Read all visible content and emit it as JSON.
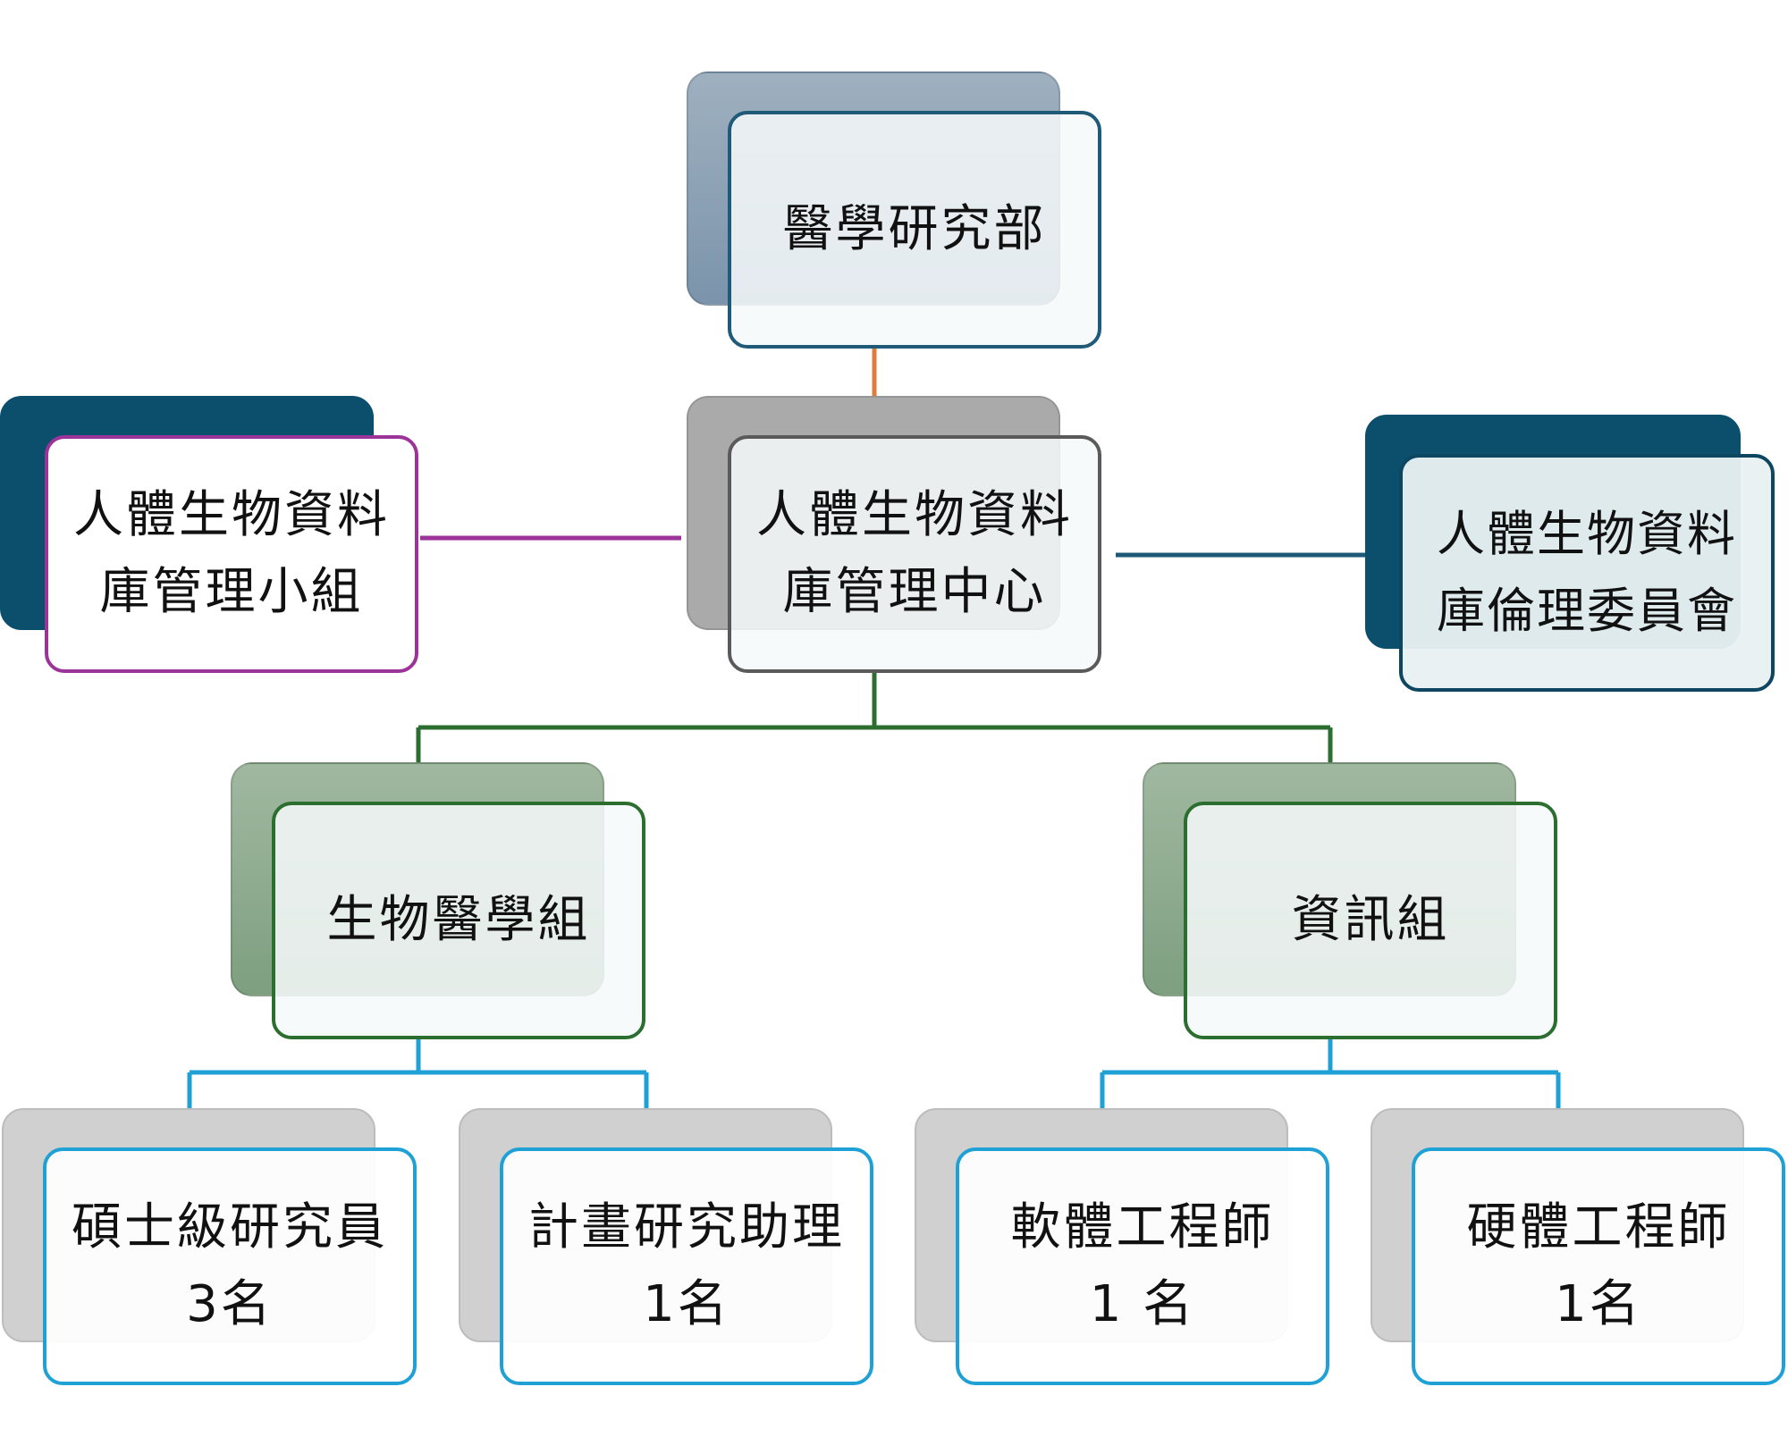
{
  "diagram": {
    "root": {
      "lines": [
        "醫學研究部"
      ]
    },
    "center": {
      "lines": [
        "人體生物資料",
        "庫管理中心"
      ]
    },
    "left": {
      "lines": [
        "人體生物資料",
        "庫管理小組"
      ]
    },
    "right": {
      "lines": [
        "人體生物資料",
        "庫倫理委員會"
      ]
    },
    "group_bio": {
      "lines": [
        "生物醫學組"
      ]
    },
    "group_it": {
      "lines": [
        "資訊組"
      ]
    },
    "staff_master": {
      "lines": [
        "碩士級研究員",
        "3名"
      ]
    },
    "staff_assistant": {
      "lines": [
        "計畫研究助理",
        "1名"
      ]
    },
    "staff_software": {
      "lines": [
        "軟體工程師",
        "1 名"
      ]
    },
    "staff_hardware": {
      "lines": [
        "硬體工程師",
        "1名"
      ]
    },
    "colors": {
      "root_connector": "#e07b3a",
      "left_connector": "#9b3399",
      "right_connector": "#1e5a78",
      "group_connector": "#2c6e2f",
      "staff_connector": "#1fa1d5"
    }
  }
}
